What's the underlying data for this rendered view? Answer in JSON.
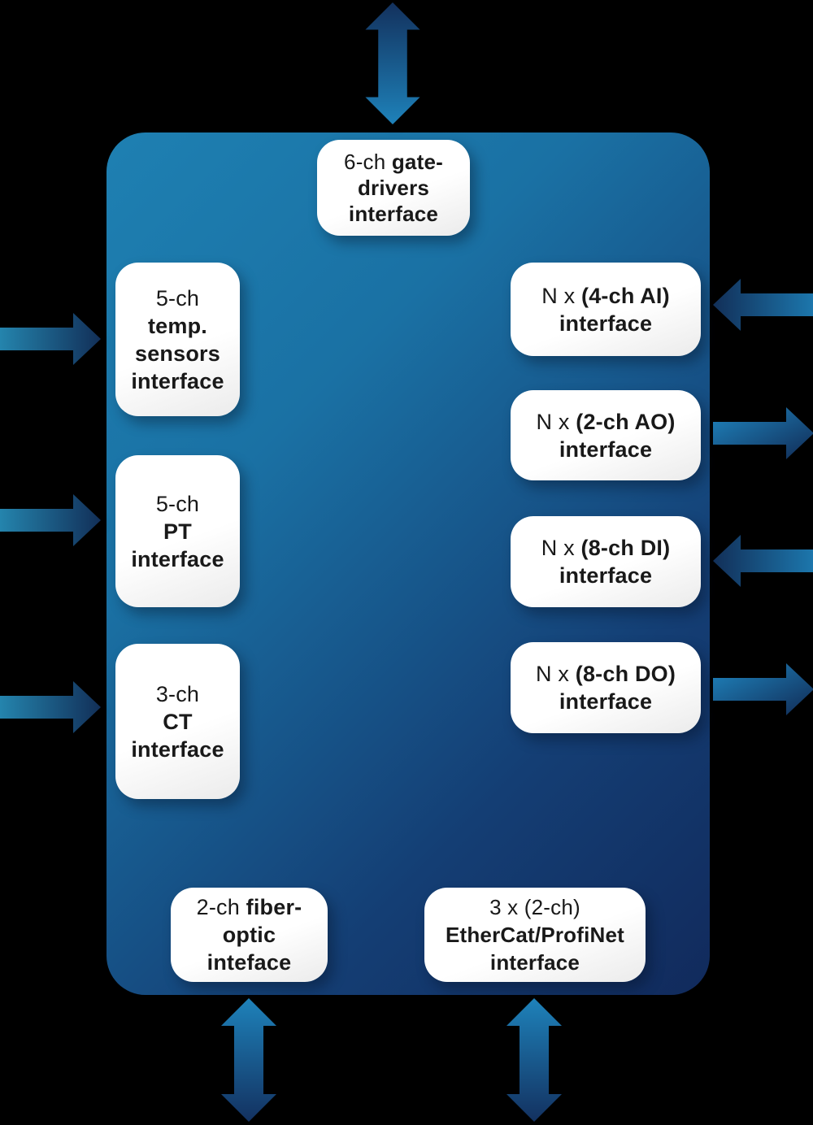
{
  "diagram": {
    "background_color": "#000000",
    "colors": {
      "panel_light": "#1e80b2",
      "panel_dark": "#112a5c",
      "arrow_bright": "#1f82ba",
      "arrow_teal": "#2484ad",
      "arrow_dark": "#122c55",
      "box_text": "#191919"
    },
    "boxes": [
      {
        "id": "gate-drivers",
        "label": "6-ch gate-drivers interface",
        "lines": [
          [
            {
              "t": "6-ch ",
              "w": "r"
            },
            {
              "t": "gate-",
              "w": "b"
            }
          ],
          [
            {
              "t": "drivers",
              "w": "b"
            }
          ],
          [
            {
              "t": "interface",
              "w": "s"
            }
          ]
        ]
      },
      {
        "id": "temp-sensors",
        "label": "5-ch temp. sensors interface",
        "lines": [
          [
            {
              "t": "5-ch",
              "w": "r"
            }
          ],
          [
            {
              "t": "temp.",
              "w": "b"
            }
          ],
          [
            {
              "t": "sensors",
              "w": "b"
            }
          ],
          [
            {
              "t": "interface",
              "w": "s"
            }
          ]
        ]
      },
      {
        "id": "pt",
        "label": "5-ch PT interface",
        "lines": [
          [
            {
              "t": "5-ch",
              "w": "r"
            }
          ],
          [
            {
              "t": "PT",
              "w": "b"
            }
          ],
          [
            {
              "t": "interface",
              "w": "s"
            }
          ]
        ]
      },
      {
        "id": "ct",
        "label": "3-ch CT interface",
        "lines": [
          [
            {
              "t": "3-ch",
              "w": "r"
            }
          ],
          [
            {
              "t": "CT",
              "w": "b"
            }
          ],
          [
            {
              "t": "interface",
              "w": "s"
            }
          ]
        ]
      },
      {
        "id": "ai",
        "label": "N x (4-ch AI) interface",
        "lines": [
          [
            {
              "t": "N x ",
              "w": "r"
            },
            {
              "t": "(4-ch AI)",
              "w": "b"
            }
          ],
          [
            {
              "t": "interface",
              "w": "s"
            }
          ]
        ]
      },
      {
        "id": "ao",
        "label": "N x (2-ch AO) interface",
        "lines": [
          [
            {
              "t": "N x ",
              "w": "r"
            },
            {
              "t": "(2-ch AO)",
              "w": "b"
            }
          ],
          [
            {
              "t": "interface",
              "w": "s"
            }
          ]
        ]
      },
      {
        "id": "di",
        "label": "N x (8-ch DI) interface",
        "lines": [
          [
            {
              "t": "N x ",
              "w": "r"
            },
            {
              "t": "(8-ch DI)",
              "w": "b"
            }
          ],
          [
            {
              "t": "interface",
              "w": "s"
            }
          ]
        ]
      },
      {
        "id": "do",
        "label": "N x (8-ch DO) interface",
        "lines": [
          [
            {
              "t": "N x ",
              "w": "r"
            },
            {
              "t": "(8-ch DO)",
              "w": "b"
            }
          ],
          [
            {
              "t": "interface",
              "w": "s"
            }
          ]
        ]
      },
      {
        "id": "fiber-optic",
        "label": "2-ch fiber-optic inteface",
        "lines": [
          [
            {
              "t": "2-ch ",
              "w": "r"
            },
            {
              "t": "fiber-",
              "w": "b"
            }
          ],
          [
            {
              "t": "optic",
              "w": "b"
            }
          ],
          [
            {
              "t": "inteface",
              "w": "s"
            }
          ]
        ]
      },
      {
        "id": "ethercat",
        "label": "3 x (2-ch) EtherCat/ProfiNet interface",
        "lines": [
          [
            {
              "t": "3 x (2-ch)",
              "w": "r"
            }
          ],
          [
            {
              "t": "EtherCat/ProfiNet",
              "w": "b"
            }
          ],
          [
            {
              "t": "interface",
              "w": "s"
            }
          ]
        ]
      }
    ],
    "arrows": [
      {
        "name": "gate-drivers-arrow",
        "direction": "bidirectional-vertical"
      },
      {
        "name": "temp-sensors-arrow",
        "direction": "in-from-left"
      },
      {
        "name": "pt-arrow",
        "direction": "in-from-left"
      },
      {
        "name": "ct-arrow",
        "direction": "in-from-left"
      },
      {
        "name": "ai-arrow",
        "direction": "in-from-right"
      },
      {
        "name": "ao-arrow",
        "direction": "out-to-right"
      },
      {
        "name": "di-arrow",
        "direction": "in-from-right"
      },
      {
        "name": "do-arrow",
        "direction": "out-to-right"
      },
      {
        "name": "fiber-optic-arrow",
        "direction": "bidirectional-vertical"
      },
      {
        "name": "ethercat-arrow",
        "direction": "bidirectional-vertical"
      }
    ]
  }
}
